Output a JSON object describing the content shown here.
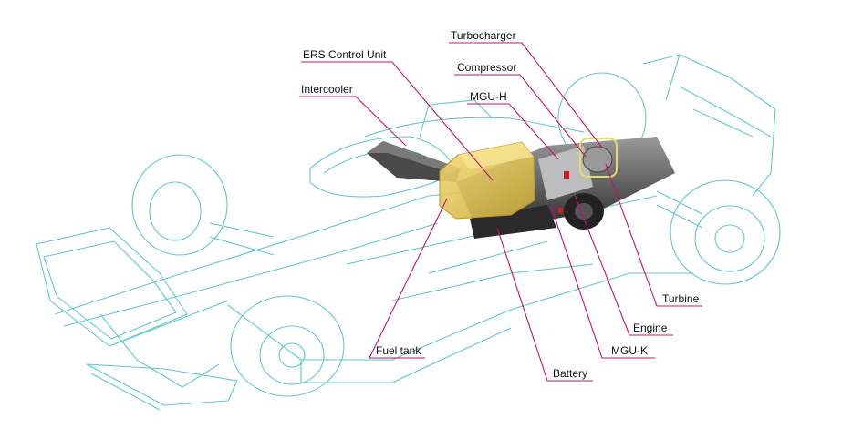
{
  "labels": {
    "turbocharger": "Turbocharger",
    "ers_control_unit": "ERS Control Unit",
    "compressor": "Compressor",
    "intercooler": "Intercooler",
    "mgu_h": "MGU-H",
    "turbine": "Turbine",
    "engine": "Engine",
    "fuel_tank": "Fuel tank",
    "mgu_k": "MGU-K",
    "battery": "Battery"
  },
  "colors": {
    "outline": "#5cc8d2",
    "leader": "#c8106e",
    "fuel_tank": "#e8cc55",
    "intercooler": "#4a4a4a",
    "engine": "#3a3a3a",
    "turbo_ring": "#e0e060"
  }
}
